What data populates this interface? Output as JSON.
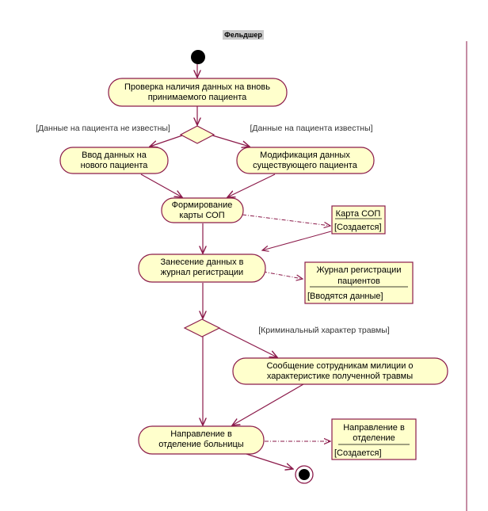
{
  "swimlane": {
    "title": "Фельдшер"
  },
  "activities": {
    "check": {
      "line1": "Проверка наличия данных на вновь",
      "line2": "принимаемого пациента"
    },
    "enter_new": {
      "line1": "Ввод данных на",
      "line2": "нового пациента"
    },
    "modify": {
      "line1": "Модификация данных",
      "line2": "существующего пациента"
    },
    "form_card": {
      "line1": "Формирование",
      "line2": "карты СОП"
    },
    "log_entry": {
      "line1": "Занесение данных в",
      "line2": "журнал регистрации"
    },
    "notify_police": {
      "line1": "Сообщение сотрудникам милиции о",
      "line2": "характеристике полученной травмы"
    },
    "referral": {
      "line1": "Направление в",
      "line2": "отделение больницы"
    }
  },
  "guards": {
    "unknown": "[Данные на пациента не известны]",
    "known": "[Данные на пациента известны]",
    "criminal": "[Криминальный характер травмы]"
  },
  "objects": {
    "card": {
      "name": "Карта СОП",
      "state": "[Создается]"
    },
    "journal": {
      "name_line1": "Журнал регистрации",
      "name_line2": "пациентов",
      "state": "[Вводятся данные]"
    },
    "referral_doc": {
      "name_line1": "Направление в",
      "name_line2": "отделение",
      "state": "[Создается]"
    }
  },
  "colors": {
    "fill": "#ffffcc",
    "stroke": "#8b1a4a",
    "node": "#000000"
  }
}
